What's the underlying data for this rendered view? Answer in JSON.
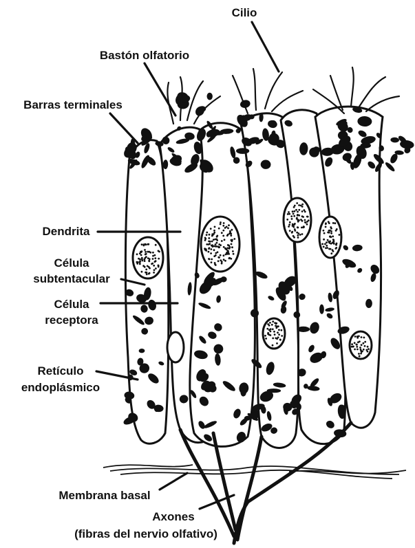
{
  "labels": {
    "cilio": "Cilio",
    "baston": "Bastón olfatorio",
    "barras": "Barras terminales",
    "dendrita": "Dendrita",
    "subtentacular_1": "Célula",
    "subtentacular_2": "subtentacular",
    "receptora_1": "Célula",
    "receptora_2": "receptora",
    "reticulo_1": "Retículo",
    "reticulo_2": "endoplásmico",
    "membrana": "Membrana basal",
    "axones_1": "Axones",
    "axones_2": "(fibras del nervio olfativo)"
  },
  "colors": {
    "ink": "#111111",
    "background": "#ffffff"
  }
}
